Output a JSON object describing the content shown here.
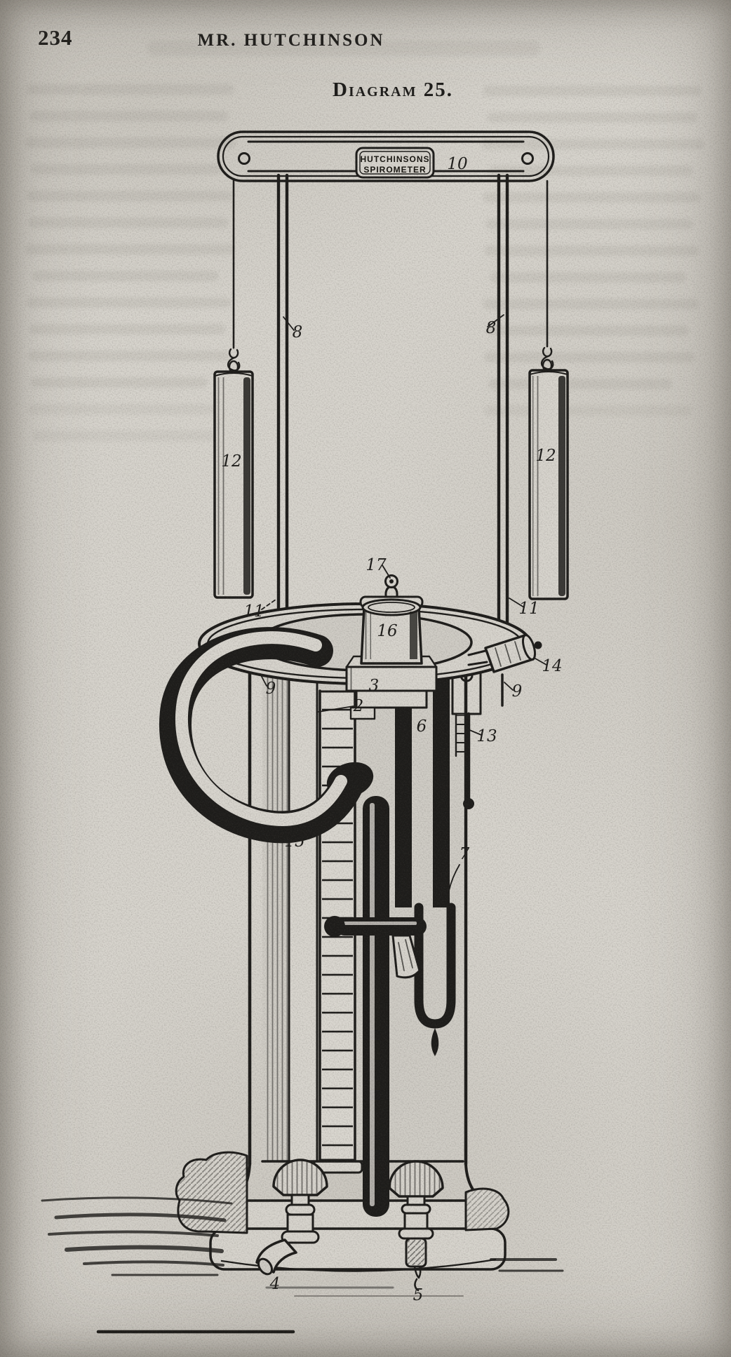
{
  "page": {
    "number": "234",
    "running_header": "MR. HUTCHINSON",
    "figure_title": "Diagram 25."
  },
  "colors": {
    "paper": "#d7d4cd",
    "ink": "#1d1c1a"
  },
  "diagram": {
    "name_plate": {
      "line1": "HUTCHINSONS",
      "line2": "SPIROMETER"
    },
    "labels": [
      {
        "text": "10"
      },
      {
        "text": "8"
      },
      {
        "text": "8"
      },
      {
        "text": "12"
      },
      {
        "text": "12"
      },
      {
        "text": "11"
      },
      {
        "text": "11"
      },
      {
        "text": "17"
      },
      {
        "text": "16"
      },
      {
        "text": "14"
      },
      {
        "text": "9"
      },
      {
        "text": "9"
      },
      {
        "text": "3"
      },
      {
        "text": "2"
      },
      {
        "text": "6"
      },
      {
        "text": "13"
      },
      {
        "text": "15"
      },
      {
        "text": "7"
      },
      {
        "text": "4"
      },
      {
        "text": "5"
      }
    ]
  }
}
